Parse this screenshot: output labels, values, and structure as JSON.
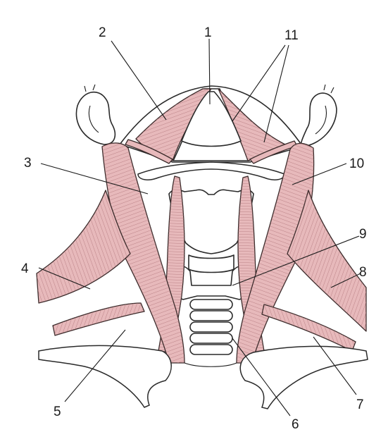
{
  "diagram": {
    "labels": [
      {
        "key": "l1",
        "text": "1"
      },
      {
        "key": "l2",
        "text": "2"
      },
      {
        "key": "l3",
        "text": "3"
      },
      {
        "key": "l4",
        "text": "4"
      },
      {
        "key": "l5",
        "text": "5"
      },
      {
        "key": "l6",
        "text": "6"
      },
      {
        "key": "l7",
        "text": "7"
      },
      {
        "key": "l8",
        "text": "8"
      },
      {
        "key": "l9",
        "text": "9"
      },
      {
        "key": "l10",
        "text": "10"
      },
      {
        "key": "l11",
        "text": "11"
      }
    ],
    "colors": {
      "muscle_fill": "#e7b9bb",
      "fiber_stroke": "#b0757a",
      "outline": "#2a2a2a"
    }
  }
}
